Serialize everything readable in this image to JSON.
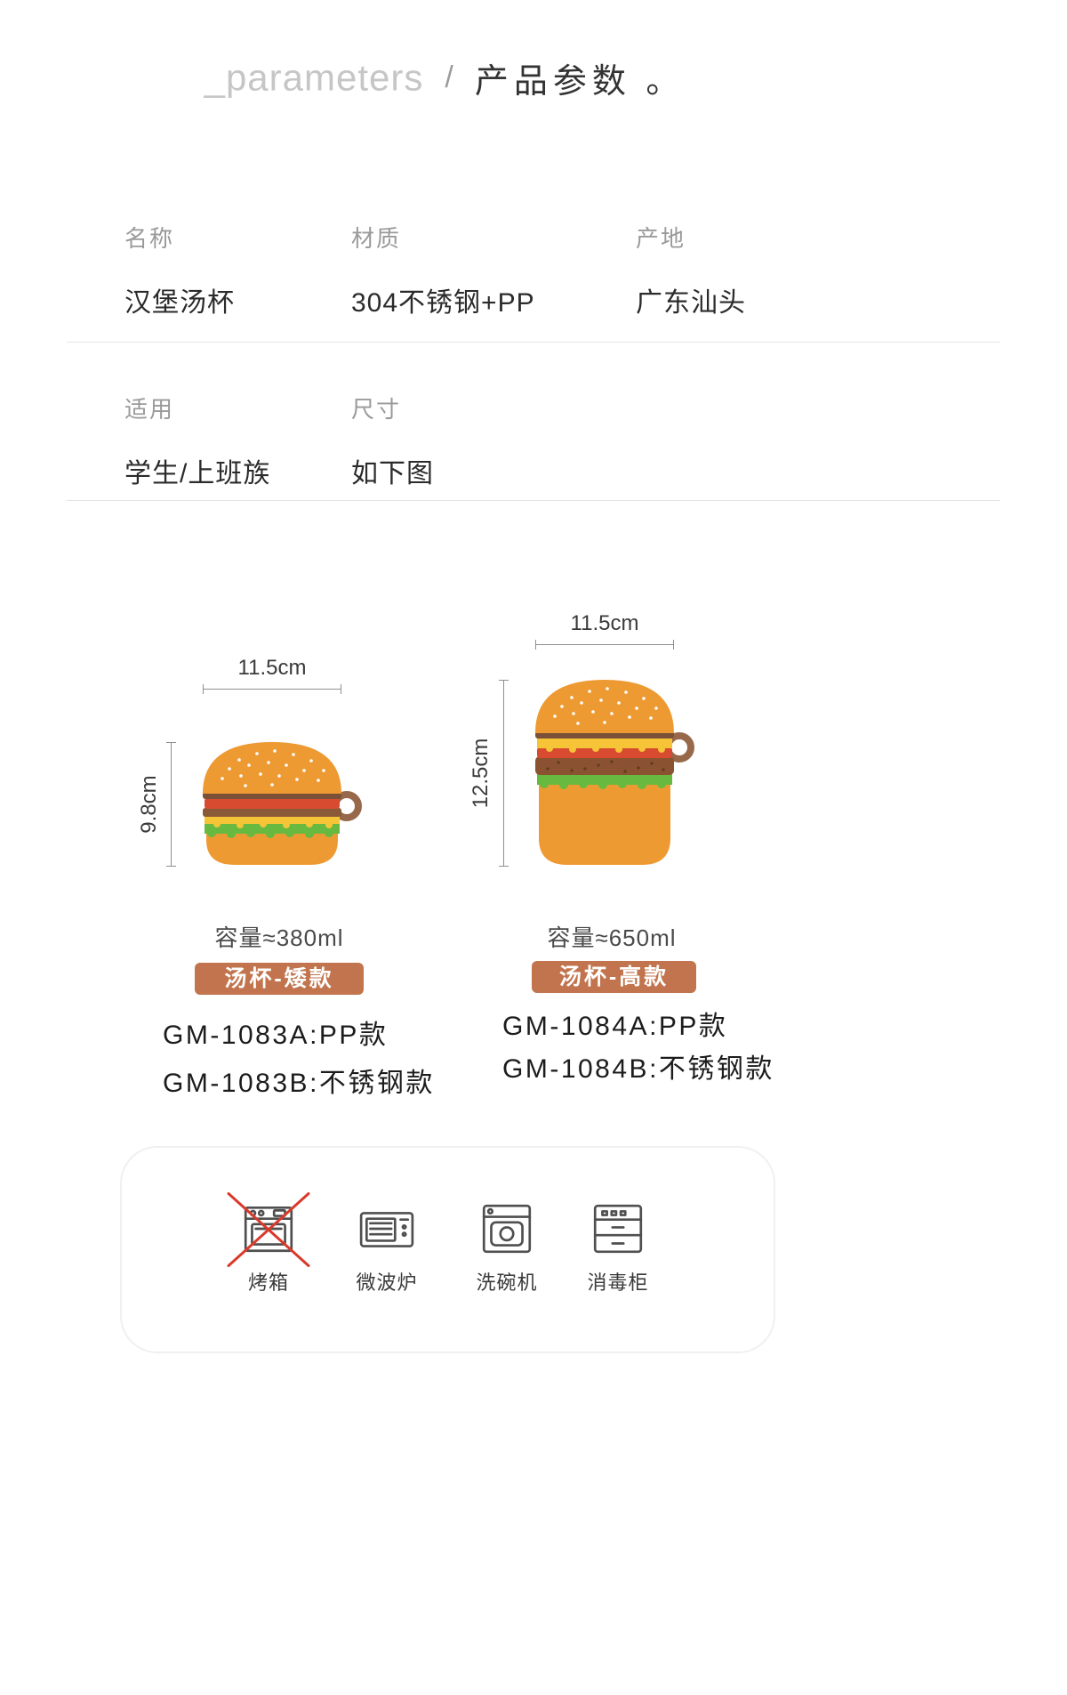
{
  "header": {
    "title_en": "_parameters",
    "separator": "/",
    "title_zh": "产品参数 。"
  },
  "specs": {
    "rows": [
      {
        "cells": [
          {
            "label": "名称",
            "value": "汉堡汤杯"
          },
          {
            "label": "材质",
            "value": "304不锈钢+PP"
          },
          {
            "label": "产地",
            "value": "广东汕头"
          }
        ]
      },
      {
        "cells": [
          {
            "label": "适用",
            "value": "学生/上班族"
          },
          {
            "label": "尺寸",
            "value": "如下图"
          }
        ]
      }
    ]
  },
  "products": [
    {
      "name": "汤杯-矮款",
      "width_label": "11.5cm",
      "height_label": "9.8cm",
      "capacity": "容量≈380ml",
      "badge": "汤杯-矮款",
      "models": [
        "GM-1083A:PP款",
        "GM-1083B:不锈钢款"
      ]
    },
    {
      "name": "汤杯-高款",
      "width_label": "11.5cm",
      "height_label": "12.5cm",
      "capacity": "容量≈650ml",
      "badge": "汤杯-高款",
      "models": [
        "GM-1084A:PP款",
        "GM-1084B:不锈钢款"
      ]
    }
  ],
  "care": {
    "items": [
      {
        "label": "烤箱",
        "icon": "oven-icon",
        "allowed": false
      },
      {
        "label": "微波炉",
        "icon": "microwave-icon",
        "allowed": true
      },
      {
        "label": "洗碗机",
        "icon": "dishwasher-icon",
        "allowed": true
      },
      {
        "label": "消毒柜",
        "icon": "sterilizer-icon",
        "allowed": true
      }
    ]
  },
  "colors": {
    "badge_bg": "#c1744d",
    "burger_orange": "#ee9a33",
    "cross_red": "#d93a2b",
    "muted_label": "#9a9a9a"
  }
}
